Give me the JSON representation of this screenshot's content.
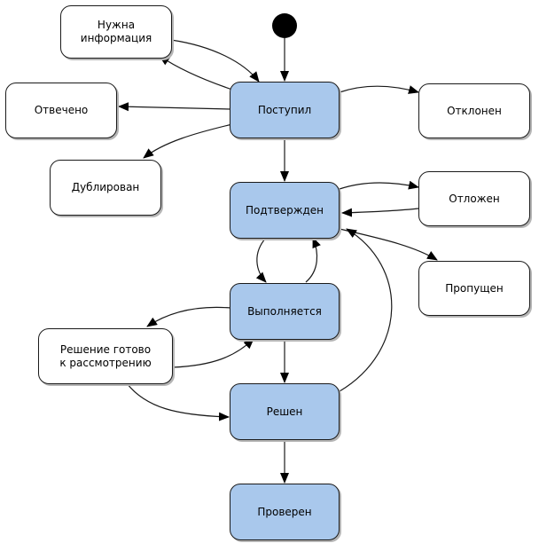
{
  "colors": {
    "main_fill": "#a9c8ec",
    "side_fill": "#ffffff",
    "line": "#1a1a1a"
  },
  "states": {
    "incoming": "Поступил",
    "confirmed": "Подтвержден",
    "in_progress": "Выполняется",
    "resolved": "Решен",
    "verified": "Проверен",
    "need_info": "Нужна\nинформация",
    "answered": "Отвечено",
    "duplicated": "Дублирован",
    "rejected": "Отклонен",
    "postponed": "Отложен",
    "skipped": "Пропущен",
    "ready_for_review": "Решение готово\nк рассмотрению"
  }
}
